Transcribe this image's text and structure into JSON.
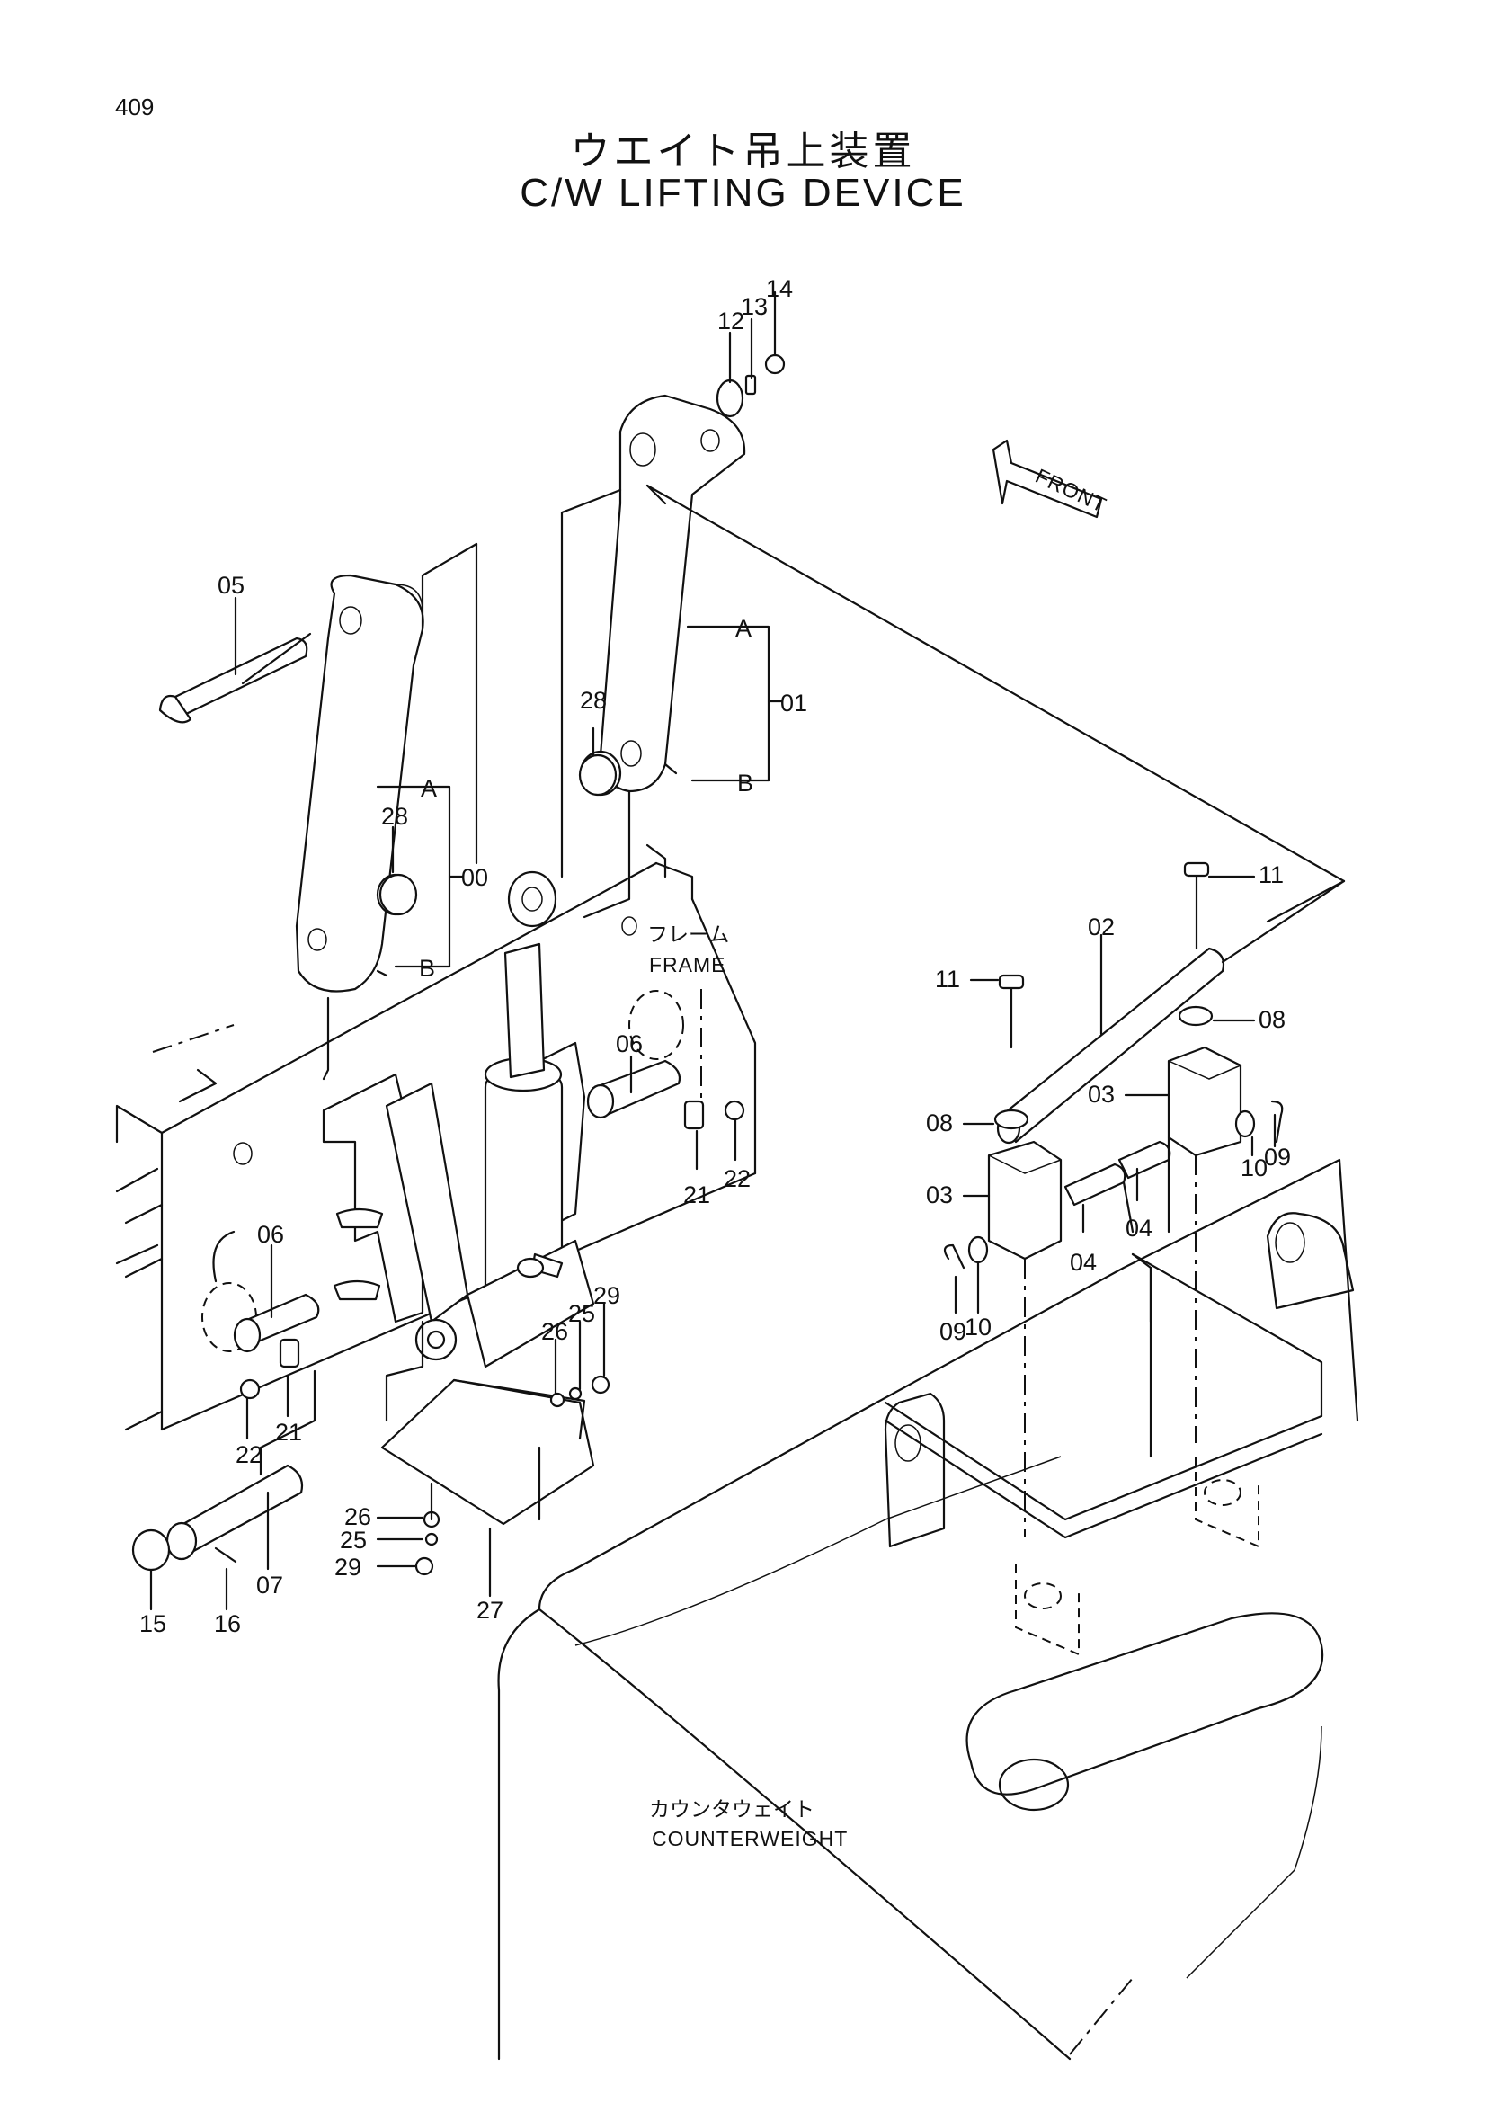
{
  "page_number": "409",
  "title_jp": "ウエイト吊上装置",
  "title_en": "C/W LIFTING DEVICE",
  "front_label": "FRONT",
  "frame_label_jp": "フレーム",
  "frame_label_en": "FRAME",
  "counterweight_label_jp": "カウンタウェイト",
  "counterweight_label_en": "COUNTERWEIGHT",
  "labels": {
    "p00": "00",
    "p01": "01",
    "p02": "02",
    "p03a": "03",
    "p03b": "03",
    "p04a": "04",
    "p04b": "04",
    "p05": "05",
    "p06a": "06",
    "p06b": "06",
    "p07": "07",
    "p08a": "08",
    "p08b": "08",
    "p09a": "09",
    "p09b": "09",
    "p10a": "10",
    "p10b": "10",
    "p11a": "11",
    "p11b": "11",
    "p12": "12",
    "p13": "13",
    "p14": "14",
    "p15": "15",
    "p16": "16",
    "p21a": "21",
    "p21b": "21",
    "p22a": "22",
    "p22b": "22",
    "p25a": "25",
    "p25b": "25",
    "p26a": "26",
    "p26b": "26",
    "p27": "27",
    "p28a": "28",
    "p28b": "28",
    "p29a": "29",
    "p29b": "29",
    "A1": "A",
    "B1": "B",
    "A2": "A",
    "B2": "B"
  }
}
